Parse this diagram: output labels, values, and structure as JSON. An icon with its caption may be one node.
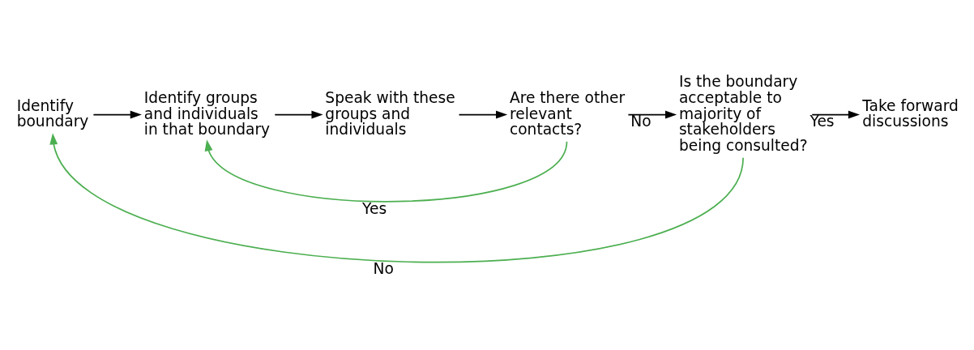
{
  "diagram": {
    "nodes": [
      {
        "text": [
          "Identify boundary"
        ]
      },
      {
        "text": [
          "Identify groups and individuals in that boundary"
        ]
      },
      {
        "text": [
          "Speak with these groups and individuals"
        ]
      },
      {
        "text": [
          "Are there other relevant contacts?"
        ]
      },
      {
        "text": [
          "Is the boundary acceptable to majority of stakeholders being consulted?"
        ]
      },
      {
        "text": [
          "Take forward discussions"
        ]
      }
    ],
    "edges": [
      {
        "from": 0,
        "to": 1,
        "arrow": "to"
      },
      {
        "from": 1,
        "to": 2,
        "arrow": "to"
      },
      {
        "from": 2,
        "to": 3,
        "arrow": "to"
      },
      {
        "from": 3,
        "to": 4,
        "arrow": "to",
        "label": "No"
      },
      {
        "from": 3,
        "to": 1,
        "arrow": "to",
        "label": "Yes",
        "color": "#4caf50"
      },
      {
        "from": 4,
        "to": 5,
        "arrow": "to",
        "label": "Yes"
      },
      {
        "from": 4,
        "to": 0,
        "arrow": "to",
        "label": "No",
        "color": "#4caf50"
      }
    ]
  }
}
